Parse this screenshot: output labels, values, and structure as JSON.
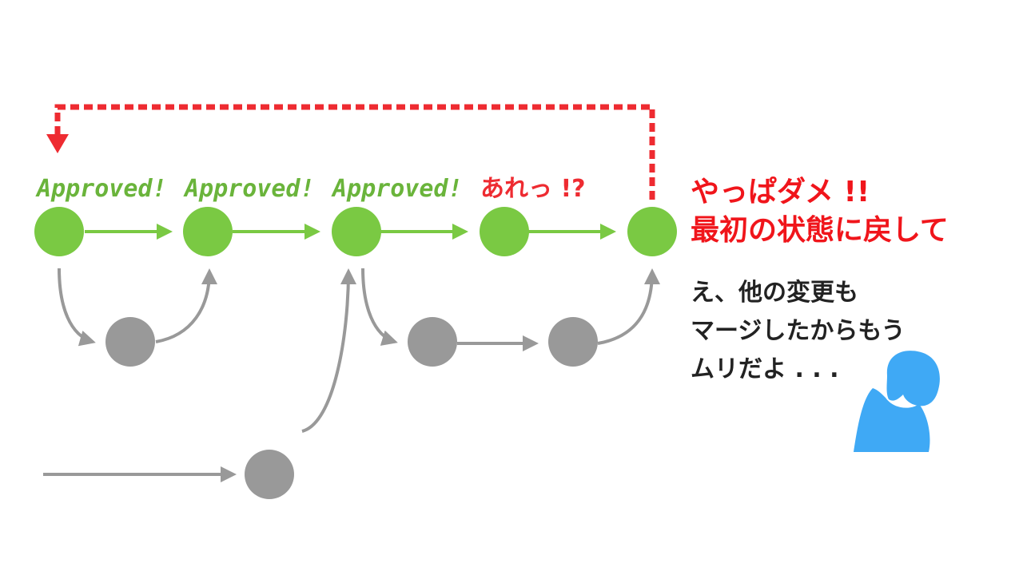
{
  "colors": {
    "main_branch": "#7ac943",
    "side_branch": "#999999",
    "revert_arrow": "#ee2b31",
    "person": "#3fa9f5"
  },
  "labels": {
    "approved_1": "Approved!",
    "approved_2": "Approved!",
    "approved_3": "Approved!",
    "huh": "あれっ !?"
  },
  "callout": {
    "line1": "やっぱダメ !!",
    "line2": "最初の状態に戻して"
  },
  "reply": {
    "line1": "え、他の変更も",
    "line2": "マージしたからもう",
    "line3": "ムリだよ . . ."
  },
  "icons": {
    "person": "dejected-person-icon"
  }
}
